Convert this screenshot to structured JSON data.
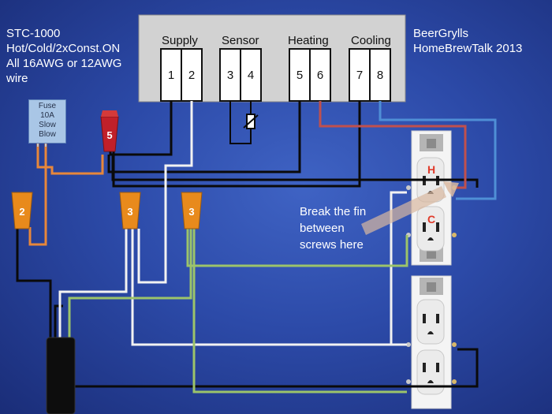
{
  "title_block": {
    "line1": "STC-1000",
    "line2": "Hot/Cold/2xConst.ON",
    "line3": "All 16AWG or 12AWG",
    "line4": "wire"
  },
  "credit_block": {
    "line1": "BeerGrylls",
    "line2": "HomeBrewTalk 2013"
  },
  "controller": {
    "groups": [
      {
        "name": "Supply",
        "terminals": [
          "1",
          "2"
        ]
      },
      {
        "name": "Sensor",
        "terminals": [
          "3",
          "4"
        ]
      },
      {
        "name": "Heating",
        "terminals": [
          "5",
          "6"
        ]
      },
      {
        "name": "Cooling",
        "terminals": [
          "7",
          "8"
        ]
      }
    ]
  },
  "fuse": {
    "line1": "Fuse",
    "line2": "10A",
    "line3": "Slow",
    "line4": "Blow"
  },
  "wire_nuts": [
    {
      "label": "5",
      "color": "#c0202a"
    },
    {
      "label": "2",
      "color": "#e88a1c"
    },
    {
      "label": "3",
      "color": "#e88a1c"
    },
    {
      "label": "3",
      "color": "#e88a1c"
    }
  ],
  "outlet_labels": {
    "hot": "H",
    "cold": "C"
  },
  "note": {
    "line1": "Break the fin",
    "line2": "between",
    "line3": "screws here"
  },
  "wire_colors": {
    "black": "#0a0a0a",
    "white": "#f2f2f2",
    "orange": "#e8873a",
    "green": "#9cc46a",
    "red": "#c0504d",
    "blue": "#4f8fd6"
  }
}
